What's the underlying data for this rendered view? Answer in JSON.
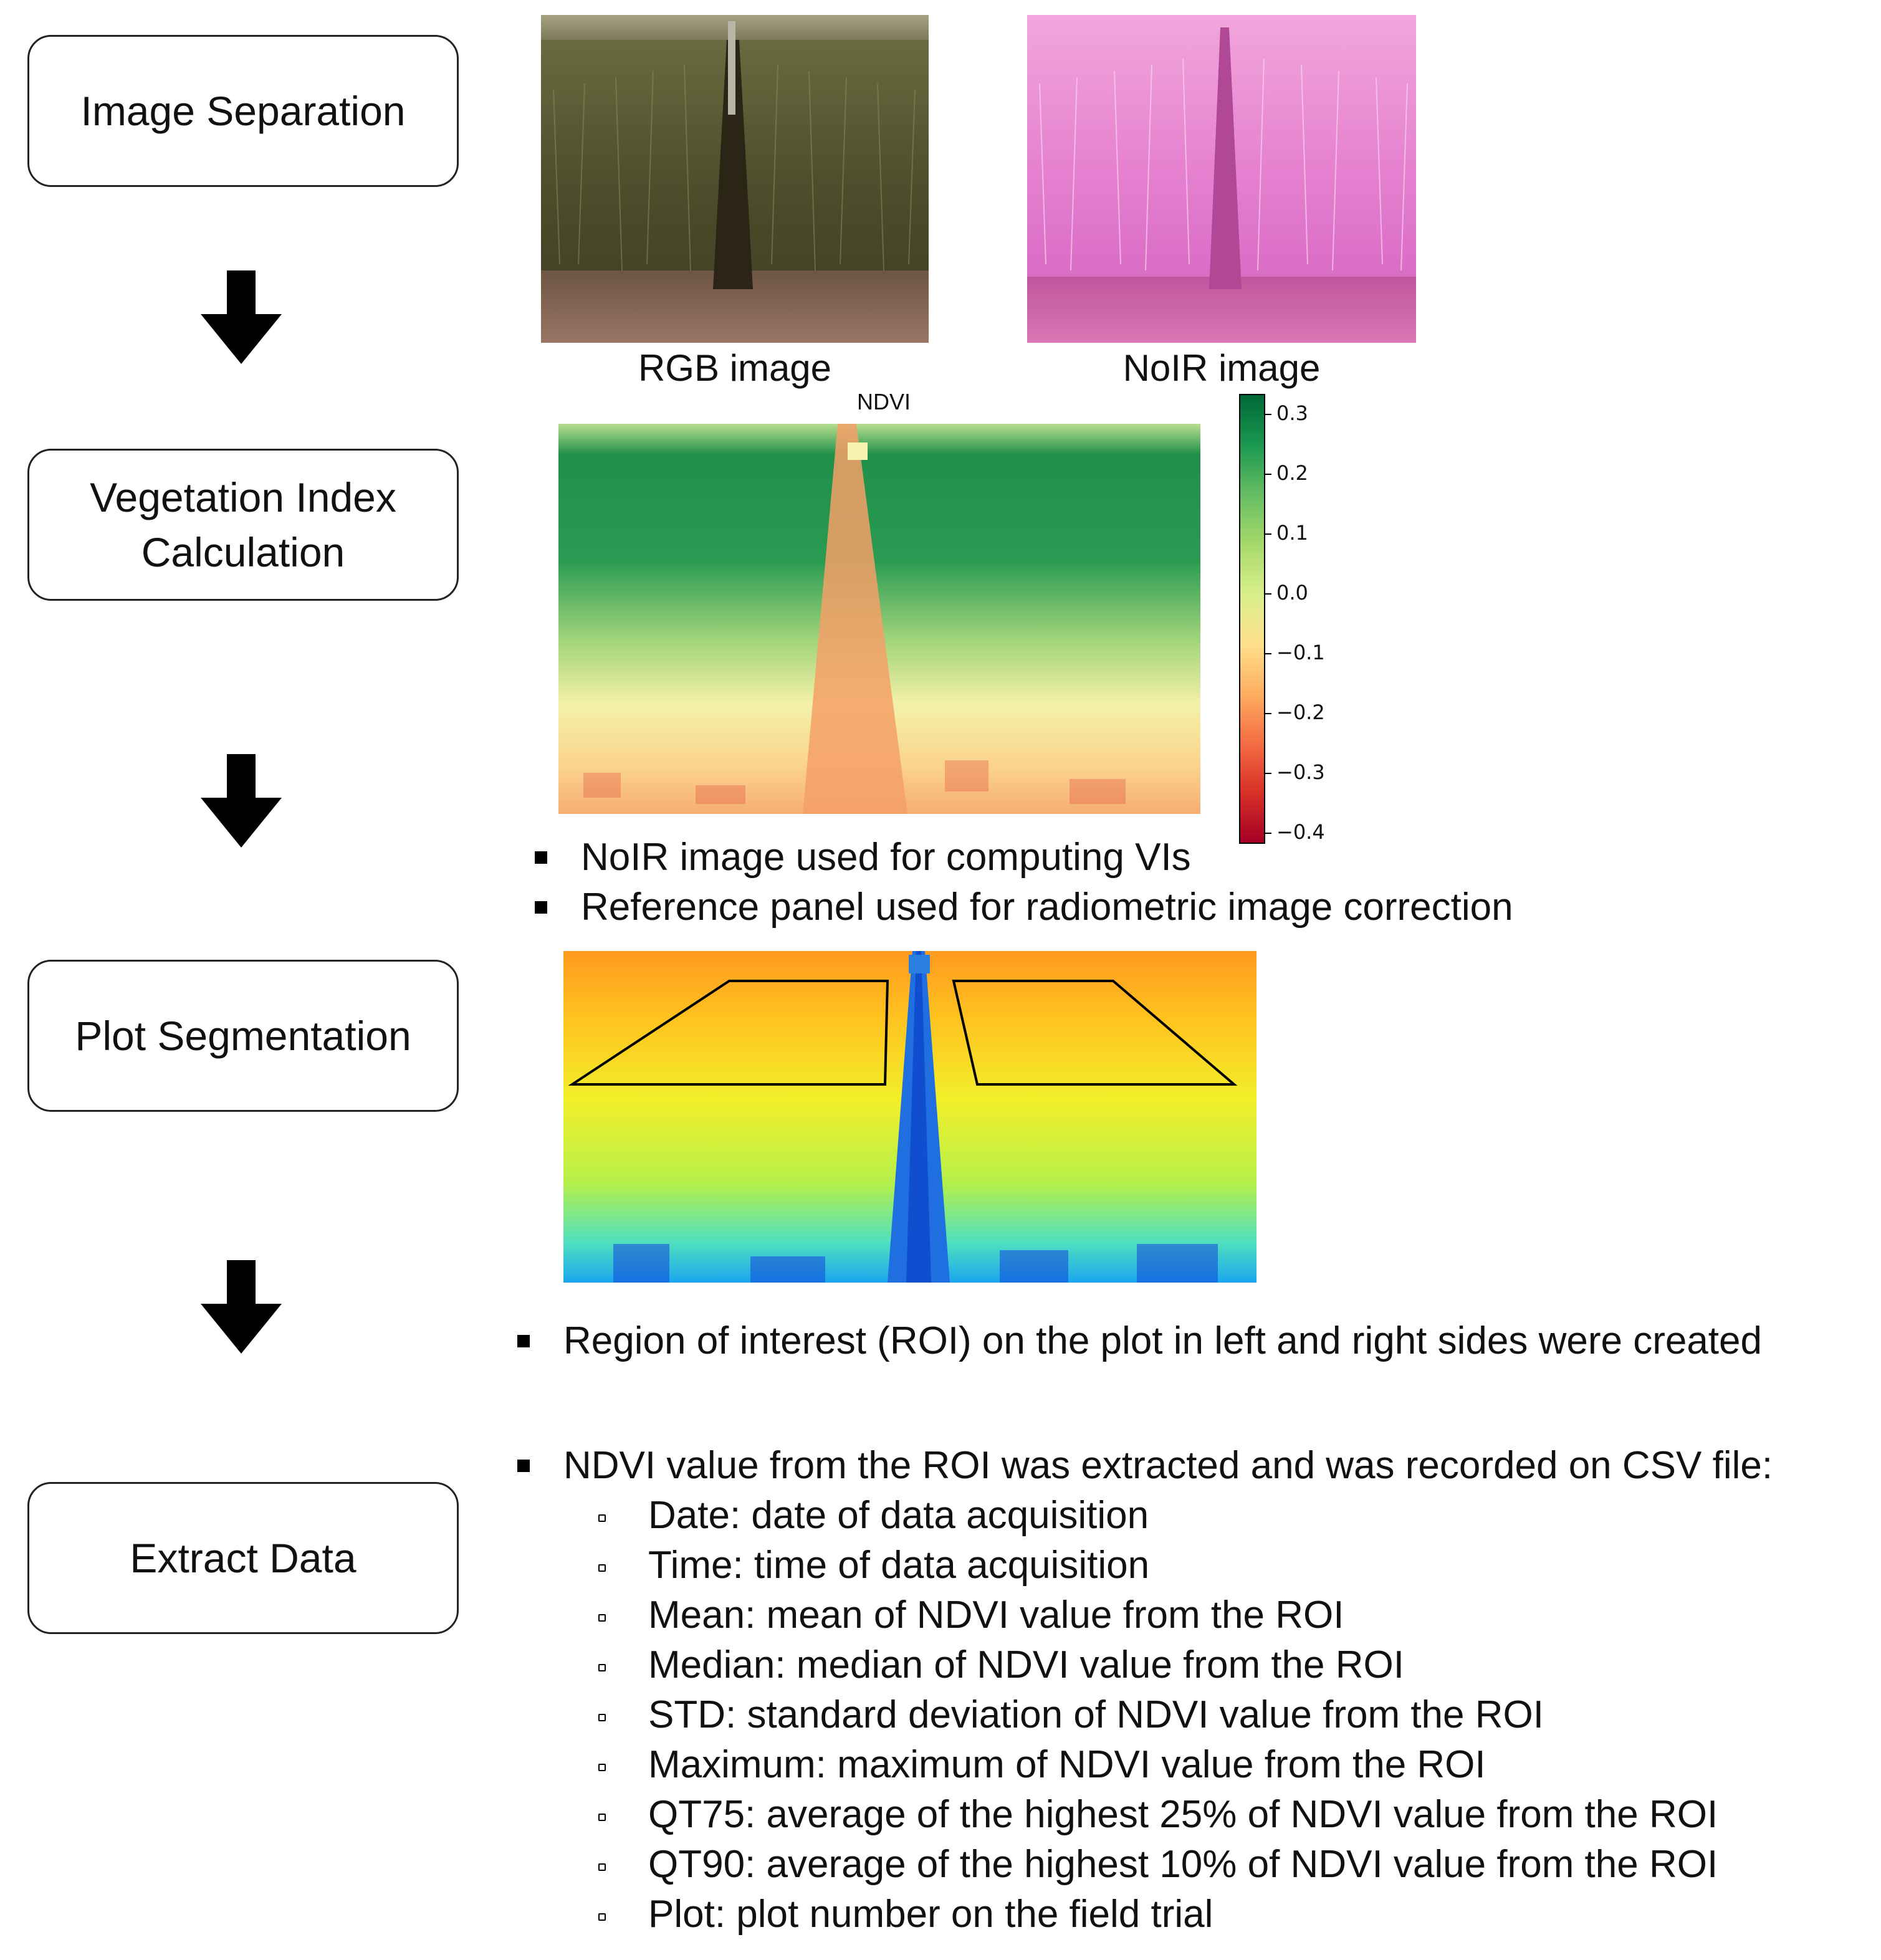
{
  "steps": [
    {
      "id": "image-separation",
      "label": "Image Separation"
    },
    {
      "id": "vegetation-index",
      "line1": "Vegetation Index",
      "line2": "Calculation"
    },
    {
      "id": "plot-segmentation",
      "label": "Plot Segmentation"
    },
    {
      "id": "extract-data",
      "label": "Extract Data"
    }
  ],
  "images": {
    "rgb_caption": "RGB image",
    "noir_caption": "NoIR image"
  },
  "ndvi_map": {
    "title": "NDVI",
    "colorbar_ticks": [
      "0.3",
      "0.2",
      "0.1",
      "0.0",
      "−0.1",
      "−0.2",
      "−0.3",
      "−0.4"
    ],
    "colormap": [
      "#006837",
      "#1a9850",
      "#66bd63",
      "#a6d96a",
      "#d9ef8b",
      "#fee08b",
      "#fdae61",
      "#f46d43",
      "#d73027",
      "#a50026"
    ]
  },
  "notes_vi": [
    "NoIR image used for computing VIs",
    "Reference panel used for radiometric image correction"
  ],
  "notes_segmentation": [
    "Region of interest (ROI) on the plot in left and right sides were created"
  ],
  "extract": {
    "heading": "NDVI value from the ROI was extracted and was recorded on CSV file:",
    "fields": [
      "Date: date of data acquisition",
      "Time: time of data acquisition",
      "Mean: mean of NDVI value from the ROI",
      "Median:  median of NDVI value from the ROI",
      "STD: standard deviation of NDVI value from the ROI",
      "Maximum: maximum of NDVI value from the ROI",
      "QT75: average of the highest 25% of NDVI value from the ROI",
      "QT90:  average of the highest 10% of NDVI value from the ROI",
      "Plot: plot number on the field trial"
    ]
  }
}
